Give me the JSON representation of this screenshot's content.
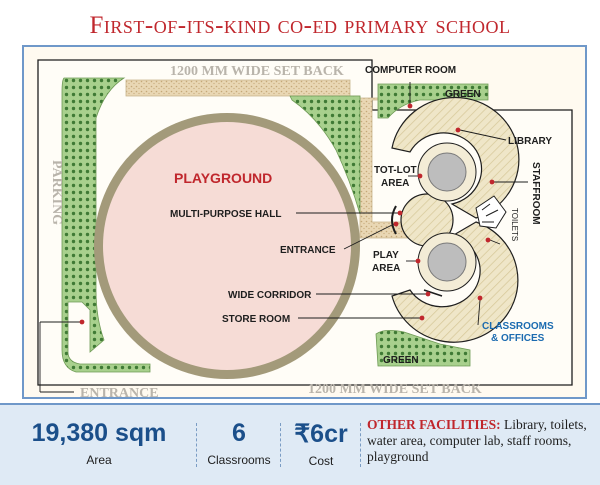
{
  "title": "First-of-its-kind co-ed primary school",
  "plan": {
    "setback_top": "1200 MM WIDE SET BACK",
    "setback_bottom": "1200 MM WIDE SET BACK",
    "parking": "PARKING",
    "entrance_site": "ENTRANCE",
    "playground": "PLAYGROUND",
    "green_top": "GREEN",
    "green_bottom": "GREEN",
    "computer_room": "COMPUTER ROOM",
    "library": "LIBRARY",
    "staffroom": "STAFFROOM",
    "toilets": "TOILETS",
    "tot_lot_area": [
      "TOT-LOT",
      "AREA"
    ],
    "multi_purpose_hall": "MULTI-PURPOSE HALL",
    "entrance_building": "ENTRANCE",
    "play_area": [
      "PLAY",
      "AREA"
    ],
    "wide_corridor": "WIDE CORRIDOR",
    "store_room": "STORE ROOM",
    "classrooms_offices": [
      "CLASSROOMS",
      "& OFFICES"
    ],
    "colors": {
      "title_red": "#c0272d",
      "green_area": "#a8d08d",
      "hedge_dot": "#3f7a35",
      "playground_fill": "#f6dcd6",
      "playground_ring": "#a39a7a",
      "building_hatch": "#efe6c8",
      "label_blue": "#1b6bb0",
      "frame_blue": "#6f98c9"
    }
  },
  "stats": [
    {
      "value": "19,380 sqm",
      "label": "Area"
    },
    {
      "value": "6",
      "label": "Classrooms"
    },
    {
      "value": "₹6cr",
      "label": "Cost"
    }
  ],
  "other_facilities": {
    "title": "OTHER FACILITIES:",
    "text": "Library, toilets, water area, computer lab, staff rooms, playground"
  }
}
